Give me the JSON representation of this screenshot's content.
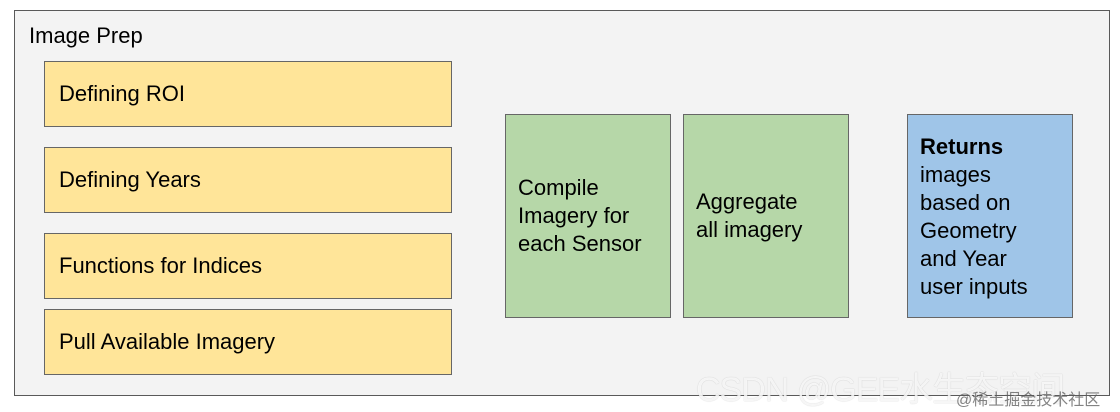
{
  "image_prep": {
    "title": "Image Prep",
    "steps": [
      {
        "label": "Defining ROI"
      },
      {
        "label": "Defining Years"
      },
      {
        "label": "Functions for Indices"
      },
      {
        "label": "Pull Available Imagery"
      }
    ]
  },
  "compile": {
    "lines": [
      "Compile",
      "Imagery for",
      "each Sensor"
    ]
  },
  "aggregate": {
    "lines": [
      "Aggregate",
      "all imagery"
    ]
  },
  "returns": {
    "heading": "Returns",
    "lines": [
      "images",
      "based on",
      "Geometry",
      "and Year",
      "user inputs"
    ]
  },
  "watermark": {
    "main": "CSDN @GEE水生态空间",
    "secondary": "@稀土掘金技术社区"
  },
  "colors": {
    "step_fill": "#ffe599",
    "green_fill": "#b6d7a8",
    "blue_fill": "#9fc5e8",
    "container_fill": "#f3f3f3"
  }
}
